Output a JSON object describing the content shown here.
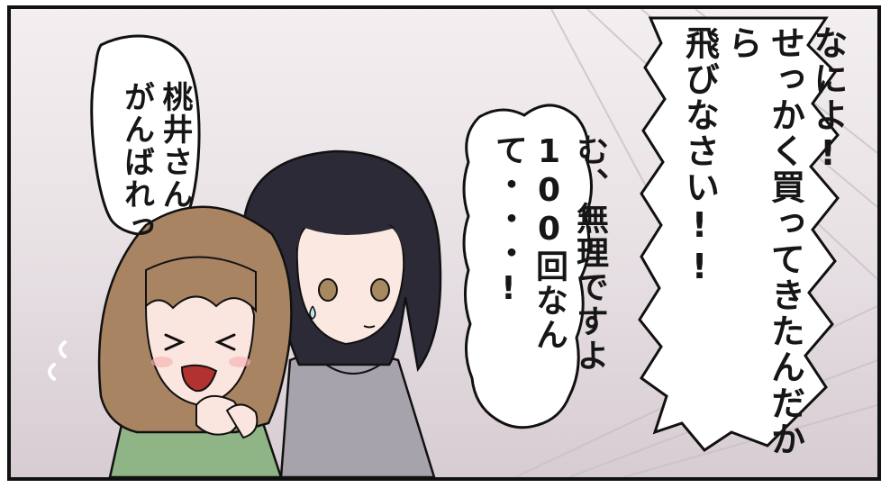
{
  "panel": {
    "bubble_left": {
      "lines": [
        "桃井さん",
        "がんばれっ"
      ]
    },
    "bubble_middle": {
      "lines": [
        "む、無理ですよ",
        "100回なんて・・・!"
      ]
    },
    "bubble_right": {
      "lines": [
        "なによ!",
        "せっかく買ってきたんだから",
        "飛びなさい!!"
      ]
    }
  },
  "colors": {
    "border": "#111111",
    "background_top": "#f3eef0",
    "background_bottom": "#d7ccd3",
    "hair_brown": "#a88463",
    "hair_black": "#2d2a38",
    "shirt_green": "#8fb486",
    "shirt_gray": "#a7a3ad"
  }
}
